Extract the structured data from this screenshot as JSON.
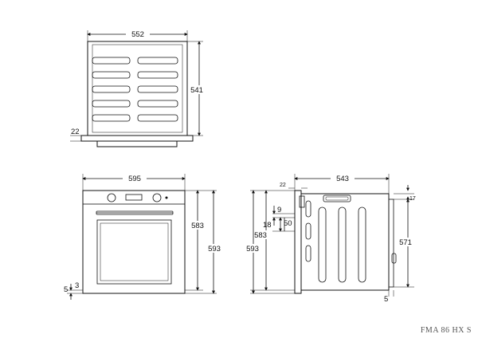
{
  "dimensions": {
    "top_width": "552",
    "top_depth": "541",
    "top_offset": "22",
    "front_width": "595",
    "front_height_inner": "583",
    "front_height_outer": "593",
    "front_gap_5": "5",
    "front_gap_3": "3",
    "side_depth": "543",
    "side_top_22": "22",
    "side_17": "17",
    "side_9": "9",
    "side_18": "18",
    "side_50": "50",
    "side_height_583": "583",
    "side_height_593": "593",
    "side_height_571": "571",
    "side_bottom_5": "5"
  },
  "model_name": "FMA 86 HX S"
}
